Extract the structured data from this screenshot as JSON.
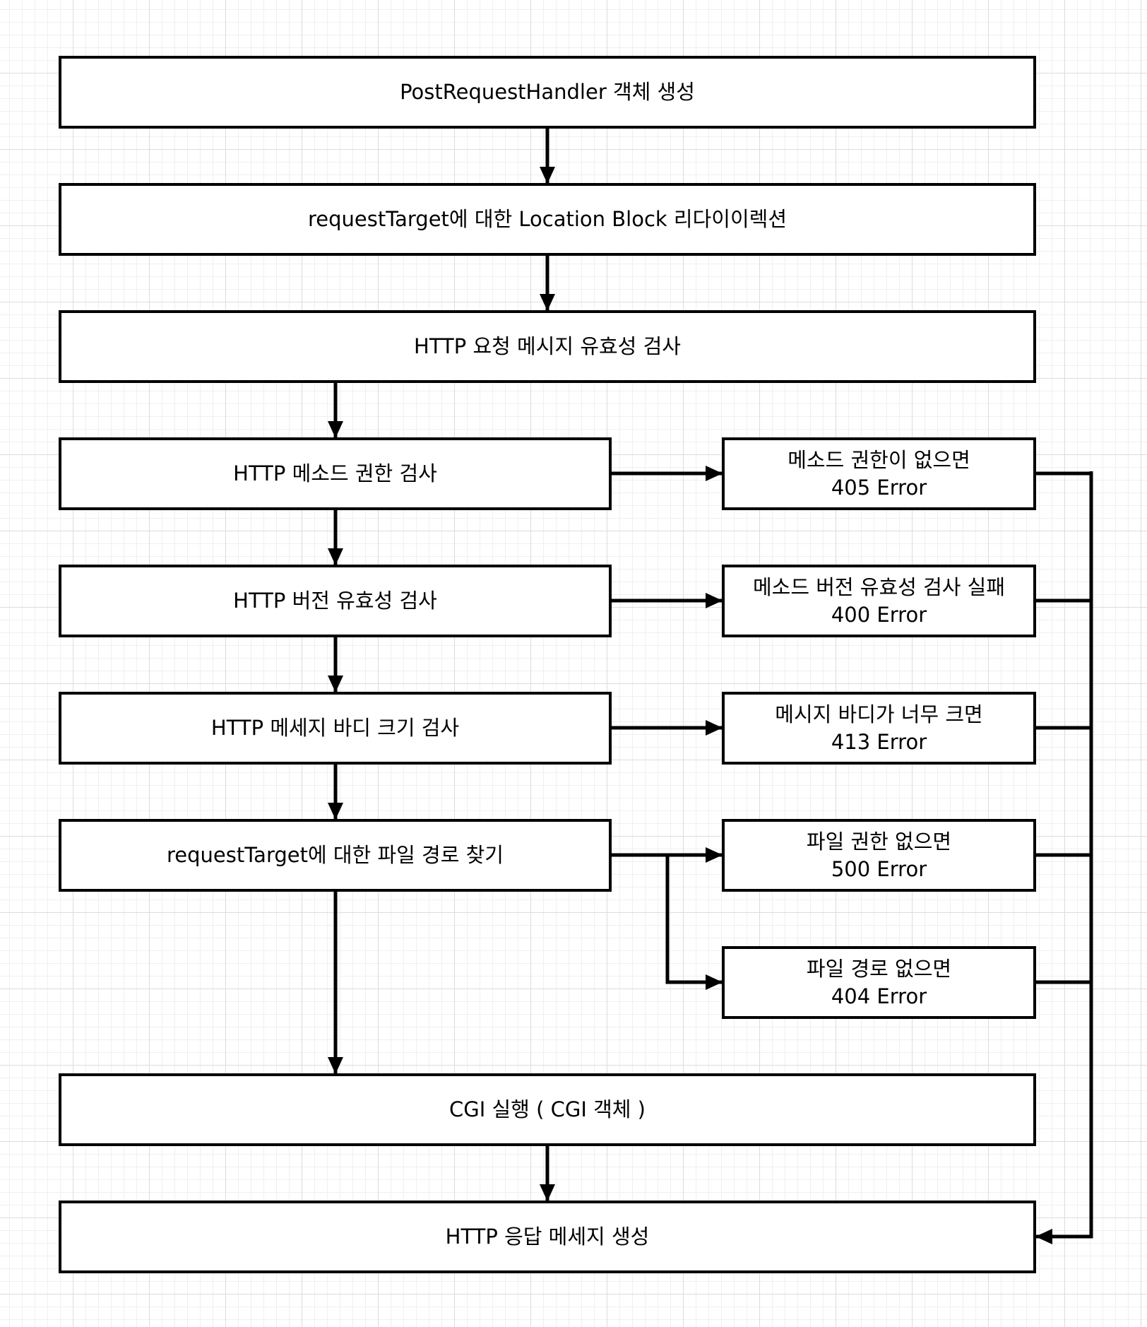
{
  "steps": {
    "create_handler": "PostRequestHandler 객체 생성",
    "location_redirect": "requestTarget에 대한 Location Block 리다이이렉션",
    "validate_message": "HTTP 요청 메시지 유효성 검사",
    "check_method": "HTTP 메소드 권한 검사",
    "check_version": "HTTP 버전 유효성 검사",
    "check_body_size": "HTTP 메세지 바디 크기 검사",
    "find_file_path": "requestTarget에 대한 파일 경로 찾기",
    "run_cgi": "CGI 실행 ( CGI 객체 )",
    "create_response": "HTTP 응답 메세지 생성"
  },
  "errors": {
    "method_denied": {
      "condition": "메소드 권한이 없으면",
      "code": "405 Error"
    },
    "version_invalid": {
      "condition": "메소드 버전 유효성 검사 실패",
      "code": "400 Error"
    },
    "body_too_large": {
      "condition": "메시지 바디가 너무 크면",
      "code": "413 Error"
    },
    "file_no_permission": {
      "condition": "파일 권한 없으면",
      "code": "500 Error"
    },
    "file_not_found": {
      "condition": "파일 경로 없으면",
      "code": "404 Error"
    }
  }
}
